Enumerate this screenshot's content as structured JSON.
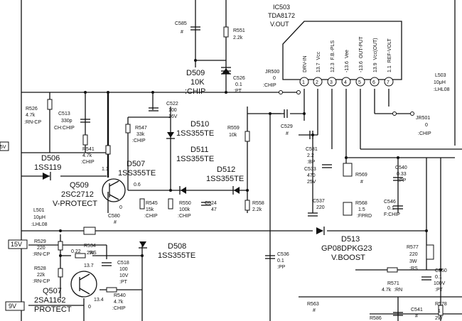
{
  "ic": {
    "name": "IC503",
    "part": "TDA8172",
    "function": "V.OUT",
    "pins": [
      {
        "num": "1",
        "label": "DRV-IN"
      },
      {
        "num": "2",
        "label": "13.7  Vcc"
      },
      {
        "num": "3",
        "label": "12.3  F.B.-PLS"
      },
      {
        "num": "4",
        "label": "-13.6  Vee"
      },
      {
        "num": "5",
        "label": "-13.6  OUT-PUT"
      },
      {
        "num": "6",
        "label": "13.9  Vcc(OUT)"
      },
      {
        "num": "7",
        "label": "1.1  REF-VOLT"
      }
    ]
  },
  "parts": {
    "c585": [
      "C585",
      "#"
    ],
    "r551": [
      "R551",
      "2.2k"
    ],
    "d509": [
      "D509",
      "10K",
      ":CHIP"
    ],
    "c526": [
      "C526",
      "0.1",
      ":PT"
    ],
    "jr500": [
      "JR500",
      "0",
      ":CHIP"
    ],
    "l503": [
      "L503",
      "10μH",
      ":LHL08"
    ],
    "jr501": [
      "JR501",
      "0",
      ":CHIP"
    ],
    "r526": [
      "R526",
      "4.7k",
      ":RN-CP"
    ],
    "c513": [
      "C513",
      "330p",
      "CH:CHIP"
    ],
    "c522": [
      "C522",
      "100",
      "16V"
    ],
    "r547": [
      "R547",
      "33k",
      ":CHIP"
    ],
    "r541": [
      "R541",
      "4.7k",
      ":CHIP"
    ],
    "d510": [
      "D510",
      "1SS355TE"
    ],
    "d511": [
      "D511",
      "1SS355TE"
    ],
    "d512": [
      "D512",
      "1SS355TE"
    ],
    "r559": [
      "R559",
      "10k"
    ],
    "c529": [
      "C529",
      "#"
    ],
    "d506": [
      "D506",
      "1SS119"
    ],
    "d507": [
      "D507",
      "1SS355TE"
    ],
    "q509": {
      "name": "Q509",
      "part": "2SC2712",
      "function": "V-PROTECT",
      "volt_base": "1.1",
      "volt_coll": "0.6",
      "volt_emit": "0"
    },
    "c580": [
      "C580",
      "#"
    ],
    "r545": [
      "R545",
      "15k",
      ":CHIP"
    ],
    "r550": [
      "R550",
      "100k",
      ":CHIP"
    ],
    "c524": [
      "C524",
      "47"
    ],
    "r558": [
      "R558",
      "2.2k"
    ],
    "c531": [
      "C531",
      "2.2",
      ":BP"
    ],
    "c533": [
      "C533",
      "470",
      "25V"
    ],
    "r569": [
      "R569",
      "#"
    ],
    "c540": [
      "C540",
      "0.33",
      ":PP"
    ],
    "c537": [
      "C537",
      "220"
    ],
    "r568": [
      "R568",
      "1.5",
      ":FPRD"
    ],
    "c546": [
      "C546",
      "0.1",
      "F:CHIP"
    ],
    "l501": [
      "L501",
      "10μH",
      ":LHL08"
    ],
    "d508": [
      "D508",
      "1SS355TE"
    ],
    "d513": [
      "D513",
      "GP08DPKG23",
      "V.BOOST"
    ],
    "r577": [
      "R577",
      "220",
      "3W",
      ":RS"
    ],
    "c550": [
      "C550",
      "0.1",
      "100V",
      ":PT"
    ],
    "r571": [
      "R571",
      "4.7k  :RN"
    ],
    "c536": [
      "C536",
      "0.1",
      ":PP"
    ],
    "r563": [
      "R563",
      "#"
    ],
    "c541": [
      "C541",
      "#"
    ],
    "r578": [
      "R578",
      "1",
      "2W"
    ],
    "r586": [
      "R586"
    ],
    "r529": [
      "R529",
      "220",
      ":RN-CP"
    ],
    "r528": [
      "R528",
      "22k",
      ":RN-CP"
    ],
    "r534": [
      "R534",
      "2W",
      ":RS"
    ],
    "c518": [
      "C518",
      "100",
      "10V",
      ":PT"
    ],
    "q507": {
      "name": "Q507",
      "part": "2SA1162",
      "function": "PROTECT",
      "volt_base": "0.22",
      "volt_coll": "13.7",
      "volt_emit": "13.4",
      "volt_zero": "0"
    },
    "r540": [
      "R540",
      "4.7k",
      ":CHIP"
    ]
  },
  "tags": {
    "v5": "5V",
    "v15": "15V",
    "v9": "9V"
  }
}
